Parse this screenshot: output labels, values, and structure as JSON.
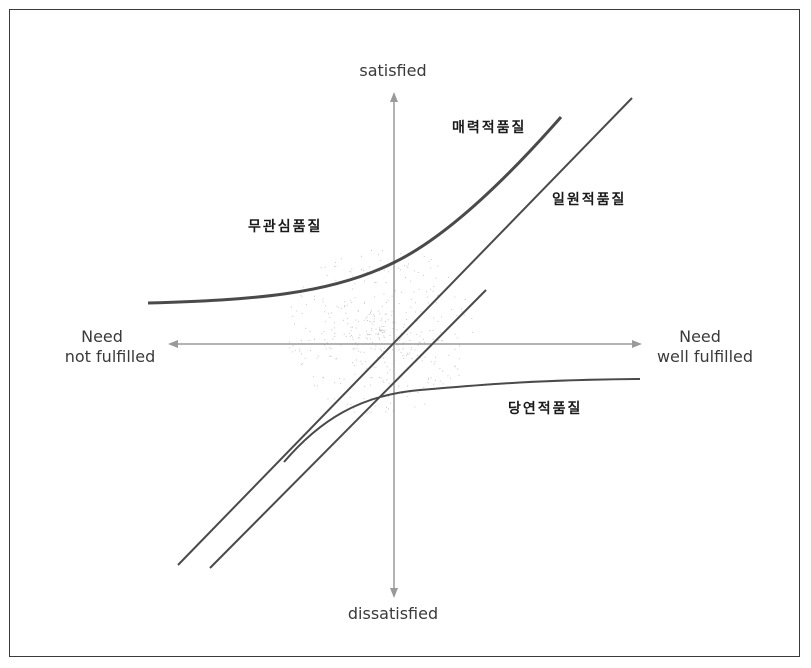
{
  "axes": {
    "top_label": "satisfied",
    "bottom_label": "dissatisfied",
    "left_label_line1": "Need",
    "left_label_line2": "not fulfilled",
    "right_label_line1": "Need",
    "right_label_line2": "well fulfilled"
  },
  "curves": {
    "attractive": "매력적품질",
    "one_dimensional": "일원적품질",
    "indifferent": "무관심품질",
    "must_be": "당연적품질"
  },
  "colors": {
    "frame": "#3a3a3a",
    "axis": "#9a9a9a",
    "curve": "#4a4a4a",
    "text": "#1a1a1a"
  }
}
